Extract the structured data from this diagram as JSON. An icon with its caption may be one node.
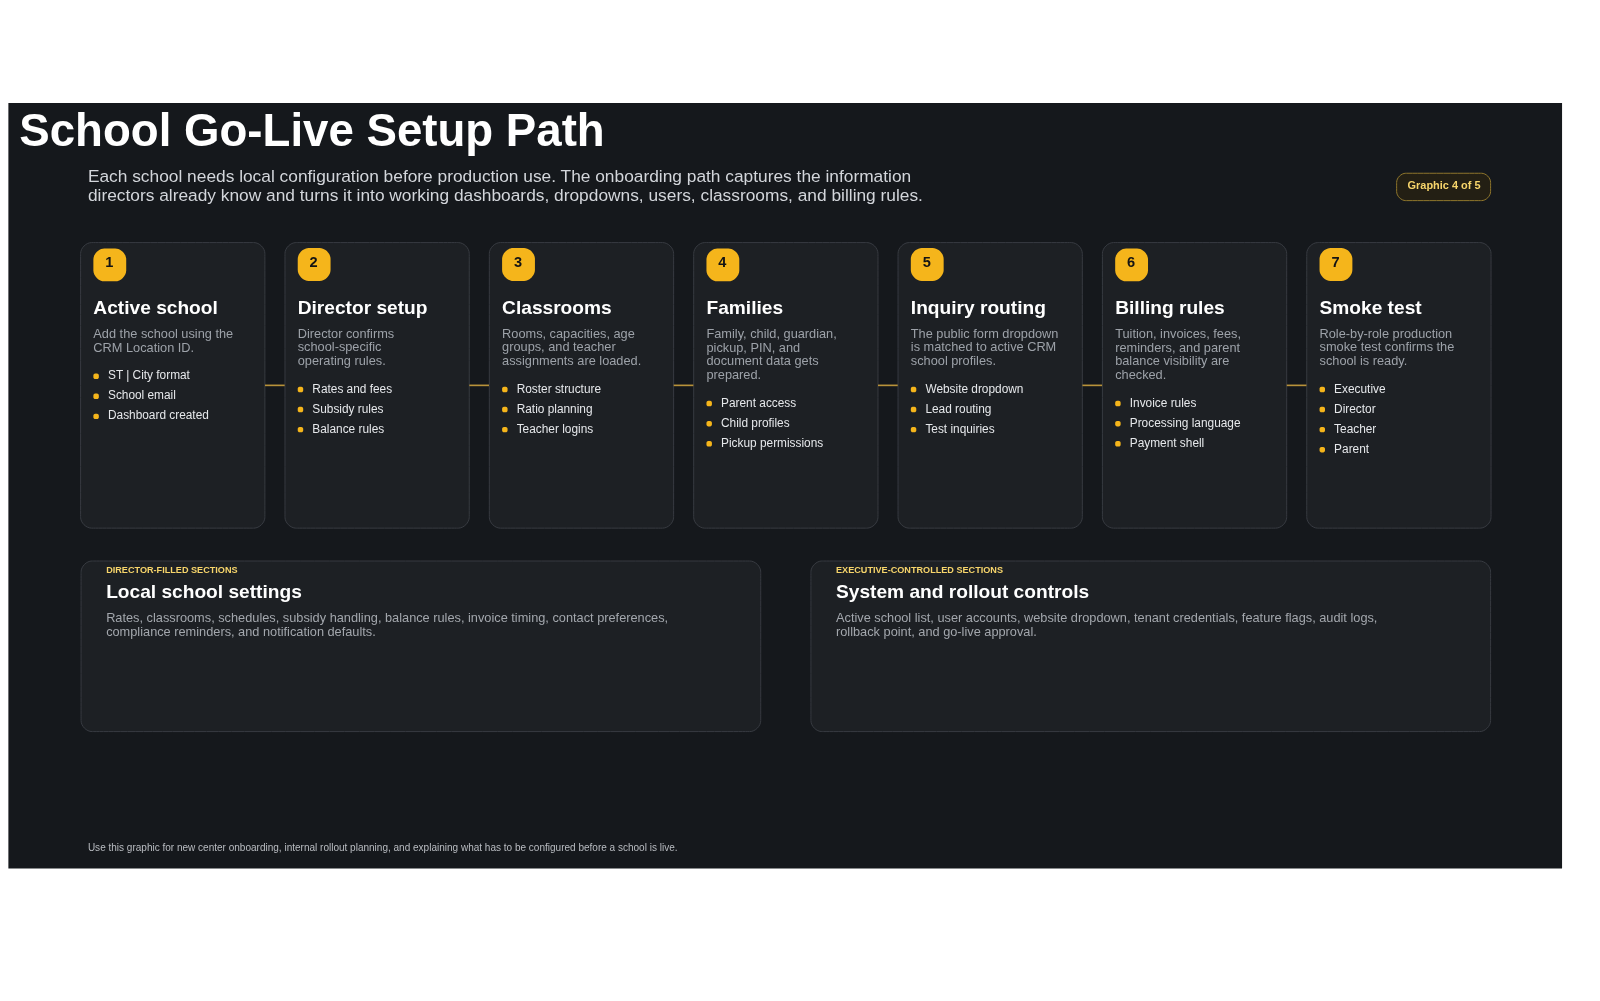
{
  "diagram": {
    "title": "School Go-Live Setup Path",
    "nodes": [
      {
        "text": [
          "Graphic 4 of 5"
        ]
      },
      {
        "text": [
          "1",
          "Active school",
          "Add the school using the CRM Location ID.",
          "ST | City format",
          "School email",
          "Dashboard created"
        ]
      },
      {
        "text": [
          "2",
          "Director setup",
          "Director confirms school-specific operating rules.",
          "Rates and fees",
          "Subsidy rules",
          "Balance rules"
        ]
      },
      {
        "text": [
          "3",
          "Classrooms",
          "Rooms, capacities, age groups, and teacher assignments are loaded.",
          "Roster structure",
          "Ratio planning",
          "Teacher logins"
        ]
      },
      {
        "text": [
          "4",
          "Families",
          "Family, child, guardian, pickup, PIN, and document data gets prepared.",
          "Parent access",
          "Child profiles",
          "Pickup permissions"
        ]
      },
      {
        "text": [
          "5",
          "Inquiry routing",
          "The public form dropdown is matched to active CRM school profiles.",
          "Website dropdown",
          "Lead routing",
          "Test inquiries"
        ]
      },
      {
        "text": [
          "6",
          "Billing rules",
          "Tuition, invoices, fees, reminders, and parent balance visibility are checked.",
          "Invoice rules",
          "Processing language",
          "Payment shell"
        ]
      },
      {
        "text": [
          "7",
          "Smoke test",
          "Role-by-role production smoke test confirms the school is ready.",
          "Executive",
          "Director",
          "Teacher",
          "Parent"
        ]
      },
      {
        "text": [
          "DIRECTOR-FILLED SECTIONS",
          "Local school settings",
          "Rates, classrooms, schedules, subsidy handling, balance rules, invoice timing, contact preferences, compliance reminders, and notification defaults."
        ]
      },
      {
        "text": [
          "EXECUTIVE-CONTROLLED SECTIONS",
          "System and rollout controls",
          "Active school list, user accounts, website dropdown, tenant credentials, feature flags, audit logs, rollback point, and go-live approval."
        ]
      }
    ],
    "edges": [
      {
        "from": 1,
        "to": 2,
        "arrow": "none"
      },
      {
        "from": 2,
        "to": 3,
        "arrow": "none"
      },
      {
        "from": 3,
        "to": 4,
        "arrow": "none"
      },
      {
        "from": 4,
        "to": 5,
        "arrow": "none"
      },
      {
        "from": 5,
        "to": 6,
        "arrow": "none"
      },
      {
        "from": 6,
        "to": 7,
        "arrow": "none"
      }
    ],
    "labels": [
      "Each school needs local configuration before production use. The onboarding path captures the information directors already know and turns it into working dashboards, dropdowns, users, classrooms, and billing rules.",
      "Use this graphic for new center onboarding, internal rollout planning, and explaining what has to be configured before a school is live."
    ]
  }
}
